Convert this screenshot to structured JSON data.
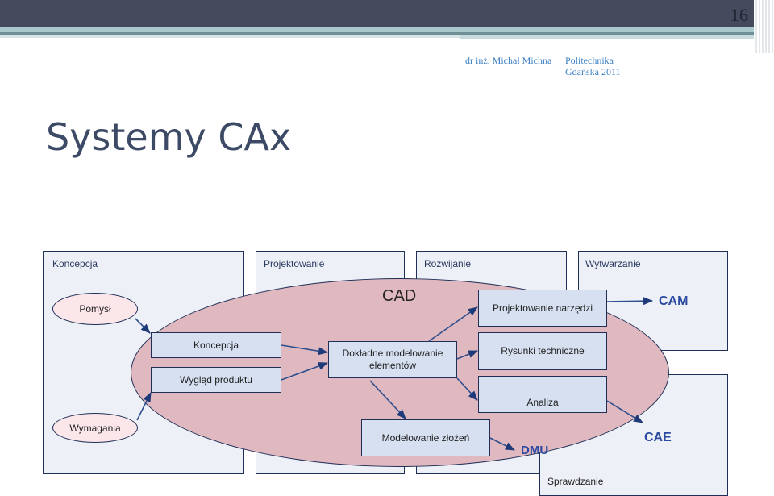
{
  "header": {
    "page_number": "16",
    "author": "dr inż. Michał Michna",
    "org_line1": "Politechnika",
    "org_line2": "Gdańska 2011"
  },
  "slide": {
    "title": "Systemy CAx"
  },
  "diagram": {
    "phases": [
      "Koncepcja",
      "Projektowanie",
      "Rozwijanie",
      "Wytwarzanie"
    ],
    "pomysl": "Pomysł",
    "wymagania": "Wymagania",
    "cad": "CAD",
    "cam": "CAM",
    "cae": "CAE",
    "dmu": "DMU",
    "koncepcja_box": "Koncepcja",
    "wyglad": "Wygląd produktu",
    "dokladne_line1": "Dokładne modelowanie",
    "dokladne_line2": "elementów",
    "projektowanie_narzedzi": "Projektowanie narzędzi",
    "rysunki": "Rysunki techniczne",
    "analiza": "Analiza",
    "modelowanie_zlozen": "Modelowanie złożeń",
    "sprawdzanie": "Sprawdzanie"
  },
  "colors": {
    "accent_text": "#2b4aa0",
    "panel_border": "#1f2f57",
    "ellipse_fill": "#e0b8bf",
    "box_fill": "#d6e0f0"
  }
}
